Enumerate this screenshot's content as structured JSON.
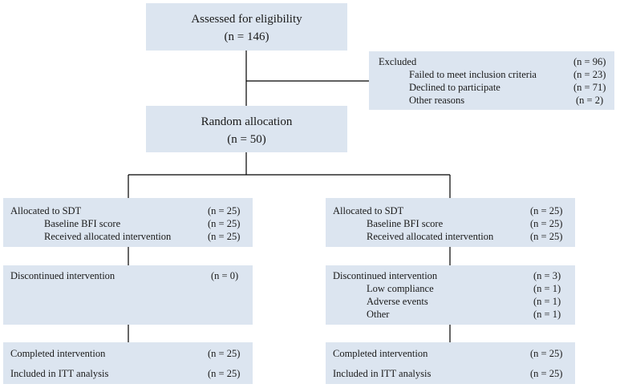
{
  "assessed": {
    "title": "Assessed for eligibility",
    "n": "(n = 146)"
  },
  "excluded": {
    "label": "Excluded",
    "n": "(n = 96)",
    "items": [
      {
        "label": "Failed to meet inclusion criteria",
        "n": "(n = 23)"
      },
      {
        "label": "Declined to participate",
        "n": "(n = 71)"
      },
      {
        "label": "Other reasons",
        "n": "(n = 2)"
      }
    ]
  },
  "randomization": {
    "title": "Random allocation",
    "n": "(n = 50)"
  },
  "left": {
    "allocated": {
      "label": "Allocated to SDT",
      "n": "(n = 25)",
      "items": [
        {
          "label": "Baseline BFI score",
          "n": "(n = 25)"
        },
        {
          "label": "Received allocated intervention",
          "n": "(n = 25)"
        }
      ]
    },
    "discontinued": {
      "label": "Discontinued intervention",
      "n": "(n = 0)"
    },
    "completed": {
      "label": "Completed intervention",
      "n": "(n = 25)"
    },
    "itt": {
      "label": "Included in ITT analysis",
      "n": "(n = 25)"
    }
  },
  "right": {
    "allocated": {
      "label": "Allocated to SDT",
      "n": "(n = 25)",
      "items": [
        {
          "label": "Baseline BFI score",
          "n": "(n = 25)"
        },
        {
          "label": "Received allocated intervention",
          "n": "(n = 25)"
        }
      ]
    },
    "discontinued": {
      "label": "Discontinued intervention",
      "n": "(n = 3)",
      "items": [
        {
          "label": "Low compliance",
          "n": "(n = 1)"
        },
        {
          "label": "Adverse events",
          "n": "(n = 1)"
        },
        {
          "label": "Other",
          "n": "(n = 1)"
        }
      ]
    },
    "completed": {
      "label": "Completed intervention",
      "n": "(n = 25)"
    },
    "itt": {
      "label": "Included in ITT analysis",
      "n": "(n = 25)"
    }
  }
}
